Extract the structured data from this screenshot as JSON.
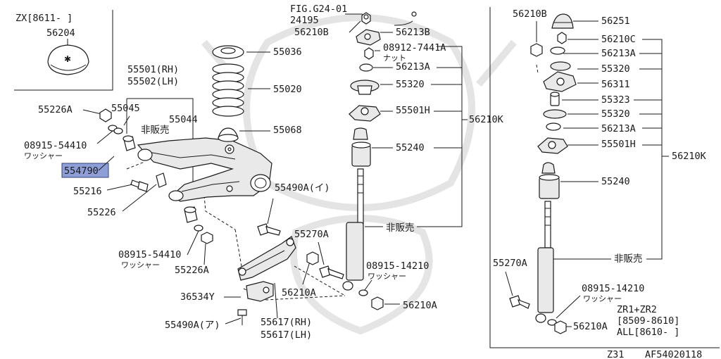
{
  "variant_box": {
    "header": "ZX[8611-    ]",
    "part": "56204"
  },
  "top_labels": {
    "fig_ref": "FIG.G24-01",
    "part_24195": "24195"
  },
  "left_labels": {
    "l55501": "55501(RH)",
    "l55502": "55502(LH)",
    "l55226A_top": "55226A",
    "l55045": "55045",
    "l55044": "55044",
    "not_sold_left": "非販売",
    "l08915_54410_top": "08915-54410",
    "washer_top": "ワッシャー",
    "highlight_part": "554790",
    "l55216": "55216",
    "l55226": "55226",
    "l08915_54410_bottom": "08915-54410",
    "washer_bottom": "ワッシャー",
    "l55226A_bottom": "55226A"
  },
  "center_labels": {
    "l55036": "55036",
    "l55020": "55020",
    "l55068": "55068",
    "l55490A_i": "55490A(イ)",
    "l55270A": "55270A",
    "l36534Y": "36534Y",
    "l56210A_mid": "56210A",
    "l55490A_a": "55490A(ア)",
    "l55617_rh": "55617(RH)",
    "l55617_lh": "55617(LH)"
  },
  "strut_labels": {
    "l56210B": "56210B",
    "l56213B": "56213B",
    "l08912": "08912-7441A",
    "nut": "ナット",
    "l56213A": "56213A",
    "l55320": "55320",
    "l55501H": "55501H",
    "l55240": "55240",
    "l56210K": "56210K",
    "not_sold": "非販売",
    "l08915_14210": "08915-14210",
    "washer": "ワッシャー",
    "l56210A": "56210A"
  },
  "right_labels": {
    "l56210B": "56210B",
    "l56251": "56251",
    "l56210C": "56210C",
    "l56213A_1": "56213A",
    "l55320_1": "55320",
    "l56311": "56311",
    "l55323": "55323",
    "l55320_2": "55320",
    "l56213A_2": "56213A",
    "l55501H": "55501H",
    "l56210K": "56210K",
    "l55240": "55240",
    "l55270A": "55270A",
    "not_sold": "非販売",
    "l08915_14210": "08915-14210",
    "washer": "ワッシャー",
    "zr_line": "ZR1+ZR2",
    "date_line": "[8509-8610]",
    "all_line": "ALL[8610-    ]",
    "l56210A": "56210A"
  },
  "footer": {
    "model": "Z31",
    "drawing_no": "AF54020118"
  }
}
